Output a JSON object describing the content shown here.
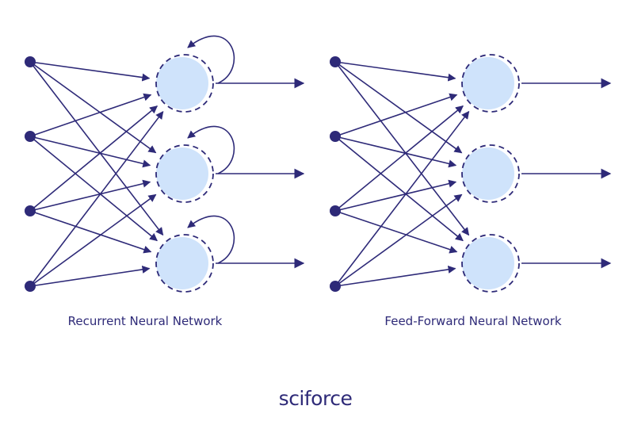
{
  "colors": {
    "stroke": "#2e2a78",
    "neuron_fill": "#cfe3fb",
    "background": "#ffffff"
  },
  "diagrams": [
    {
      "caption": "Recurrent Neural Network",
      "inputs": 4,
      "neurons": 3,
      "recurrent": true
    },
    {
      "caption": "Feed-Forward Neural Network",
      "inputs": 4,
      "neurons": 3,
      "recurrent": false
    }
  ],
  "logo": {
    "text": "sciforce"
  }
}
